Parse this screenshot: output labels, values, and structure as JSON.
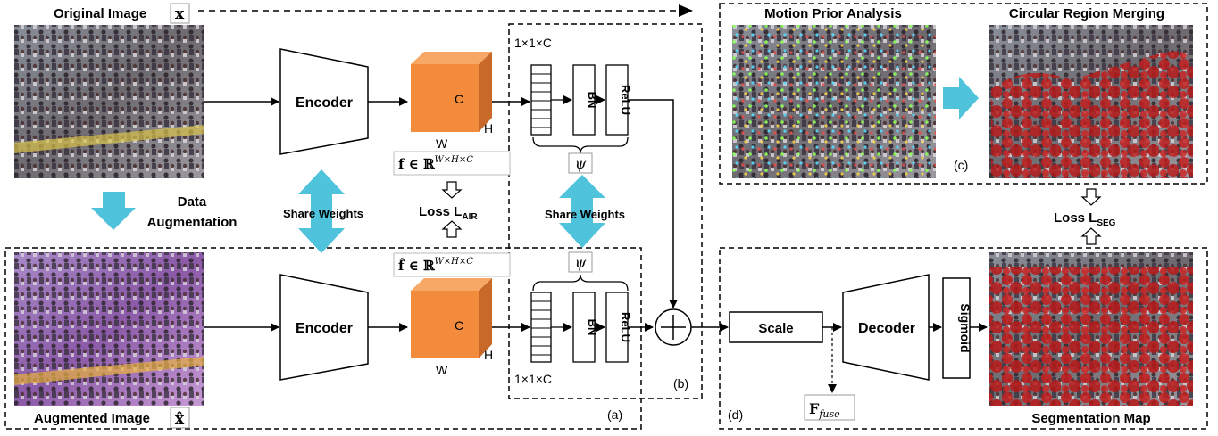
{
  "labels": {
    "original_image": "Original Image",
    "original_symbol": "x",
    "augmented_image": "Augmented Image",
    "augmented_symbol": "x̂",
    "data_augmentation_line1": "Data",
    "data_augmentation_line2": "Augmentation",
    "share_weights_left": "Share Weights",
    "share_weights_right": "Share Weights",
    "encoder_top": "Encoder",
    "encoder_bottom": "Encoder",
    "feature_c_top": "C",
    "feature_h_top": "H",
    "feature_w_top": "W",
    "feature_c_bottom": "C",
    "feature_h_bottom": "H",
    "feature_w_bottom": "W",
    "f_formula": "f ∈ ℝ",
    "f_hat_formula": "f̂ ∈ ℝ",
    "dims_superscript": "W×H×C",
    "loss_air_main": "Loss L",
    "loss_air_sub": "AIR",
    "conv_top": "1×1×C",
    "conv_bottom": "1×1×C",
    "bn_top": "BN",
    "relu_top": "ReLU",
    "bn_bottom": "BN",
    "relu_bottom": "ReLU",
    "psi_top": "ψ",
    "psi_bottom": "ψ",
    "label_a": "(a)",
    "label_b": "(b)",
    "label_c": "(c)",
    "label_d": "(d)",
    "motion_prior": "Motion Prior Analysis",
    "circular_merging": "Circular Region Merging",
    "loss_seg_main": "Loss L",
    "loss_seg_sub": "SEG",
    "scale": "Scale",
    "decoder": "Decoder",
    "sigmoid": "Sigmoid",
    "f_fuse_main": "F",
    "f_fuse_sub": "fuse",
    "segmentation_map": "Segmentation Map"
  },
  "colors": {
    "cube_front": "#f28c3c",
    "cube_top": "#f7a866",
    "cube_side": "#c8692a",
    "arrow_cyan": "#4fc3dc",
    "seg_red": "#c41d1d"
  }
}
